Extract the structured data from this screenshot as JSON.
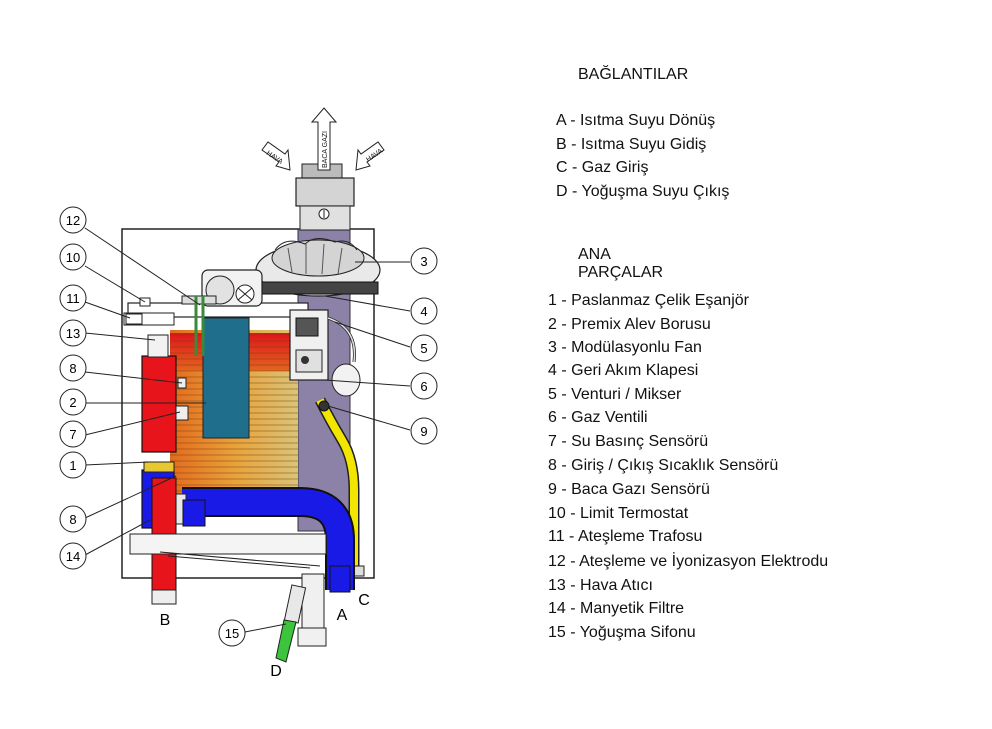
{
  "arrows": {
    "left": "HAVA",
    "center": "BACA GAZI",
    "right": "HAVA"
  },
  "connection_letters": {
    "a": "A",
    "b": "B",
    "c": "C",
    "d": "D"
  },
  "callouts": [
    "12",
    "10",
    "11",
    "13",
    "8",
    "2",
    "7",
    "1",
    "8",
    "14",
    "3",
    "4",
    "5",
    "6",
    "9",
    "15"
  ],
  "connections": {
    "title": "BAĞLANTILAR",
    "items": [
      "A - Isıtma Suyu Dönüş",
      "B - Isıtma Suyu Gidiş",
      "C - Gaz Giriş",
      "D - Yoğuşma Suyu Çıkış"
    ]
  },
  "parts": {
    "title": "ANA PARÇALAR",
    "items": [
      "1 -   Paslanmaz Çelik Eşanjör",
      "2 -   Premix Alev Borusu",
      "3 -   Modülasyonlu Fan",
      "4 -    Geri Akım Klapesi",
      "5 -   Venturi / Mikser",
      "6 -   Gaz Ventili",
      "7 -   Su Basınç Sensörü",
      "8 -   Giriş / Çıkış Sıcaklık Sensörü",
      "9 -   Baca Gazı Sensörü",
      "10 - Limit Termostat",
      "11 - Ateşleme Trafosu",
      "12 - Ateşleme ve İyonizasyon Elektrodu",
      "13 - Hava Atıcı",
      "14 - Manyetik Filtre",
      "15 - Yoğuşma Sifonu"
    ]
  },
  "colors": {
    "hot": "#e8141b",
    "cold": "#1a1ae6",
    "gas": "#f2e600",
    "flue": "#8c82a8",
    "burner": "#1f6f8c",
    "condensate": "#3cc43c"
  }
}
